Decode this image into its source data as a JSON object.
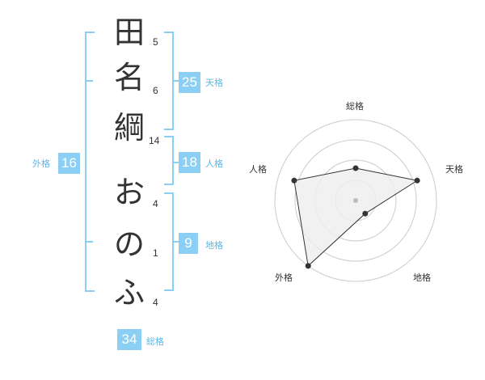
{
  "name": {
    "chars": [
      {
        "char": "田",
        "strokes": "5"
      },
      {
        "char": "名",
        "strokes": "6"
      },
      {
        "char": "綱",
        "strokes": "14"
      },
      {
        "char": "お",
        "strokes": "4"
      },
      {
        "char": "の",
        "strokes": "1"
      },
      {
        "char": "ふ",
        "strokes": "4"
      }
    ]
  },
  "kaku": {
    "tenkaku": {
      "value": "25",
      "label": "天格"
    },
    "jinkaku": {
      "value": "18",
      "label": "人格"
    },
    "chikaku": {
      "value": "9",
      "label": "地格"
    },
    "gaikaku": {
      "value": "16",
      "label": "外格"
    },
    "soukaku": {
      "value": "34",
      "label": "総格"
    }
  },
  "colors": {
    "accent": "#8ccff5",
    "label": "#5bb8e8",
    "text": "#333333",
    "grid": "#cccccc",
    "fill": "#eeeeee"
  },
  "chart_data": {
    "type": "radar",
    "axes": [
      "総格",
      "天格",
      "地格",
      "外格",
      "人格"
    ],
    "values": [
      2,
      4,
      1,
      5,
      4
    ],
    "rmax": 5,
    "rings": 4,
    "grid": true
  }
}
